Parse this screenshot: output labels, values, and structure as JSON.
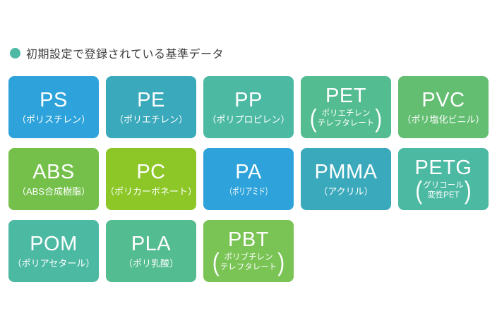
{
  "header": {
    "bullet_color": "#4DB9A4",
    "title": "初期設定で登録されている基準データ"
  },
  "decor": {
    "paren_open": "(",
    "paren_close": ")"
  },
  "tiles": [
    {
      "code": "PS",
      "subtitle": "（ポリスチレン）",
      "color": "#2EA3DB"
    },
    {
      "code": "PE",
      "subtitle": "（ポリエチレン）",
      "color": "#3AA9BB"
    },
    {
      "code": "PP",
      "subtitle": "（ポリプロピレン）",
      "color": "#4CB9A3"
    },
    {
      "code": "PET",
      "subtitle_lines": [
        "ポリエチレン",
        "テレフタレート"
      ],
      "color": "#53BC90"
    },
    {
      "code": "PVC",
      "subtitle": "（ポリ塩化ビニル）",
      "color": "#63BE72"
    },
    {
      "code": "ABS",
      "subtitle": "（ABS合成樹脂）",
      "color": "#74C04A"
    },
    {
      "code": "PC",
      "subtitle": "（ポリカーボネート）",
      "color": "#8CC727"
    },
    {
      "code": "PA",
      "subtitle": "（ポリアミド）",
      "condensed": true,
      "color": "#2EA3DB"
    },
    {
      "code": "PMMA",
      "subtitle": "（アクリル）",
      "color": "#3AA9BB"
    },
    {
      "code": "PETG",
      "subtitle_lines": [
        "グリコール",
        "変性PET"
      ],
      "color": "#4CB9A3"
    },
    {
      "code": "POM",
      "subtitle": "（ポリアセタール）",
      "color": "#4CB9A3"
    },
    {
      "code": "PLA",
      "subtitle": "（ポリ乳酸）",
      "color": "#53BC90"
    },
    {
      "code": "PBT",
      "subtitle_lines": [
        "ポリブチレン",
        "テレフタレート"
      ],
      "color": "#7AC355"
    }
  ]
}
